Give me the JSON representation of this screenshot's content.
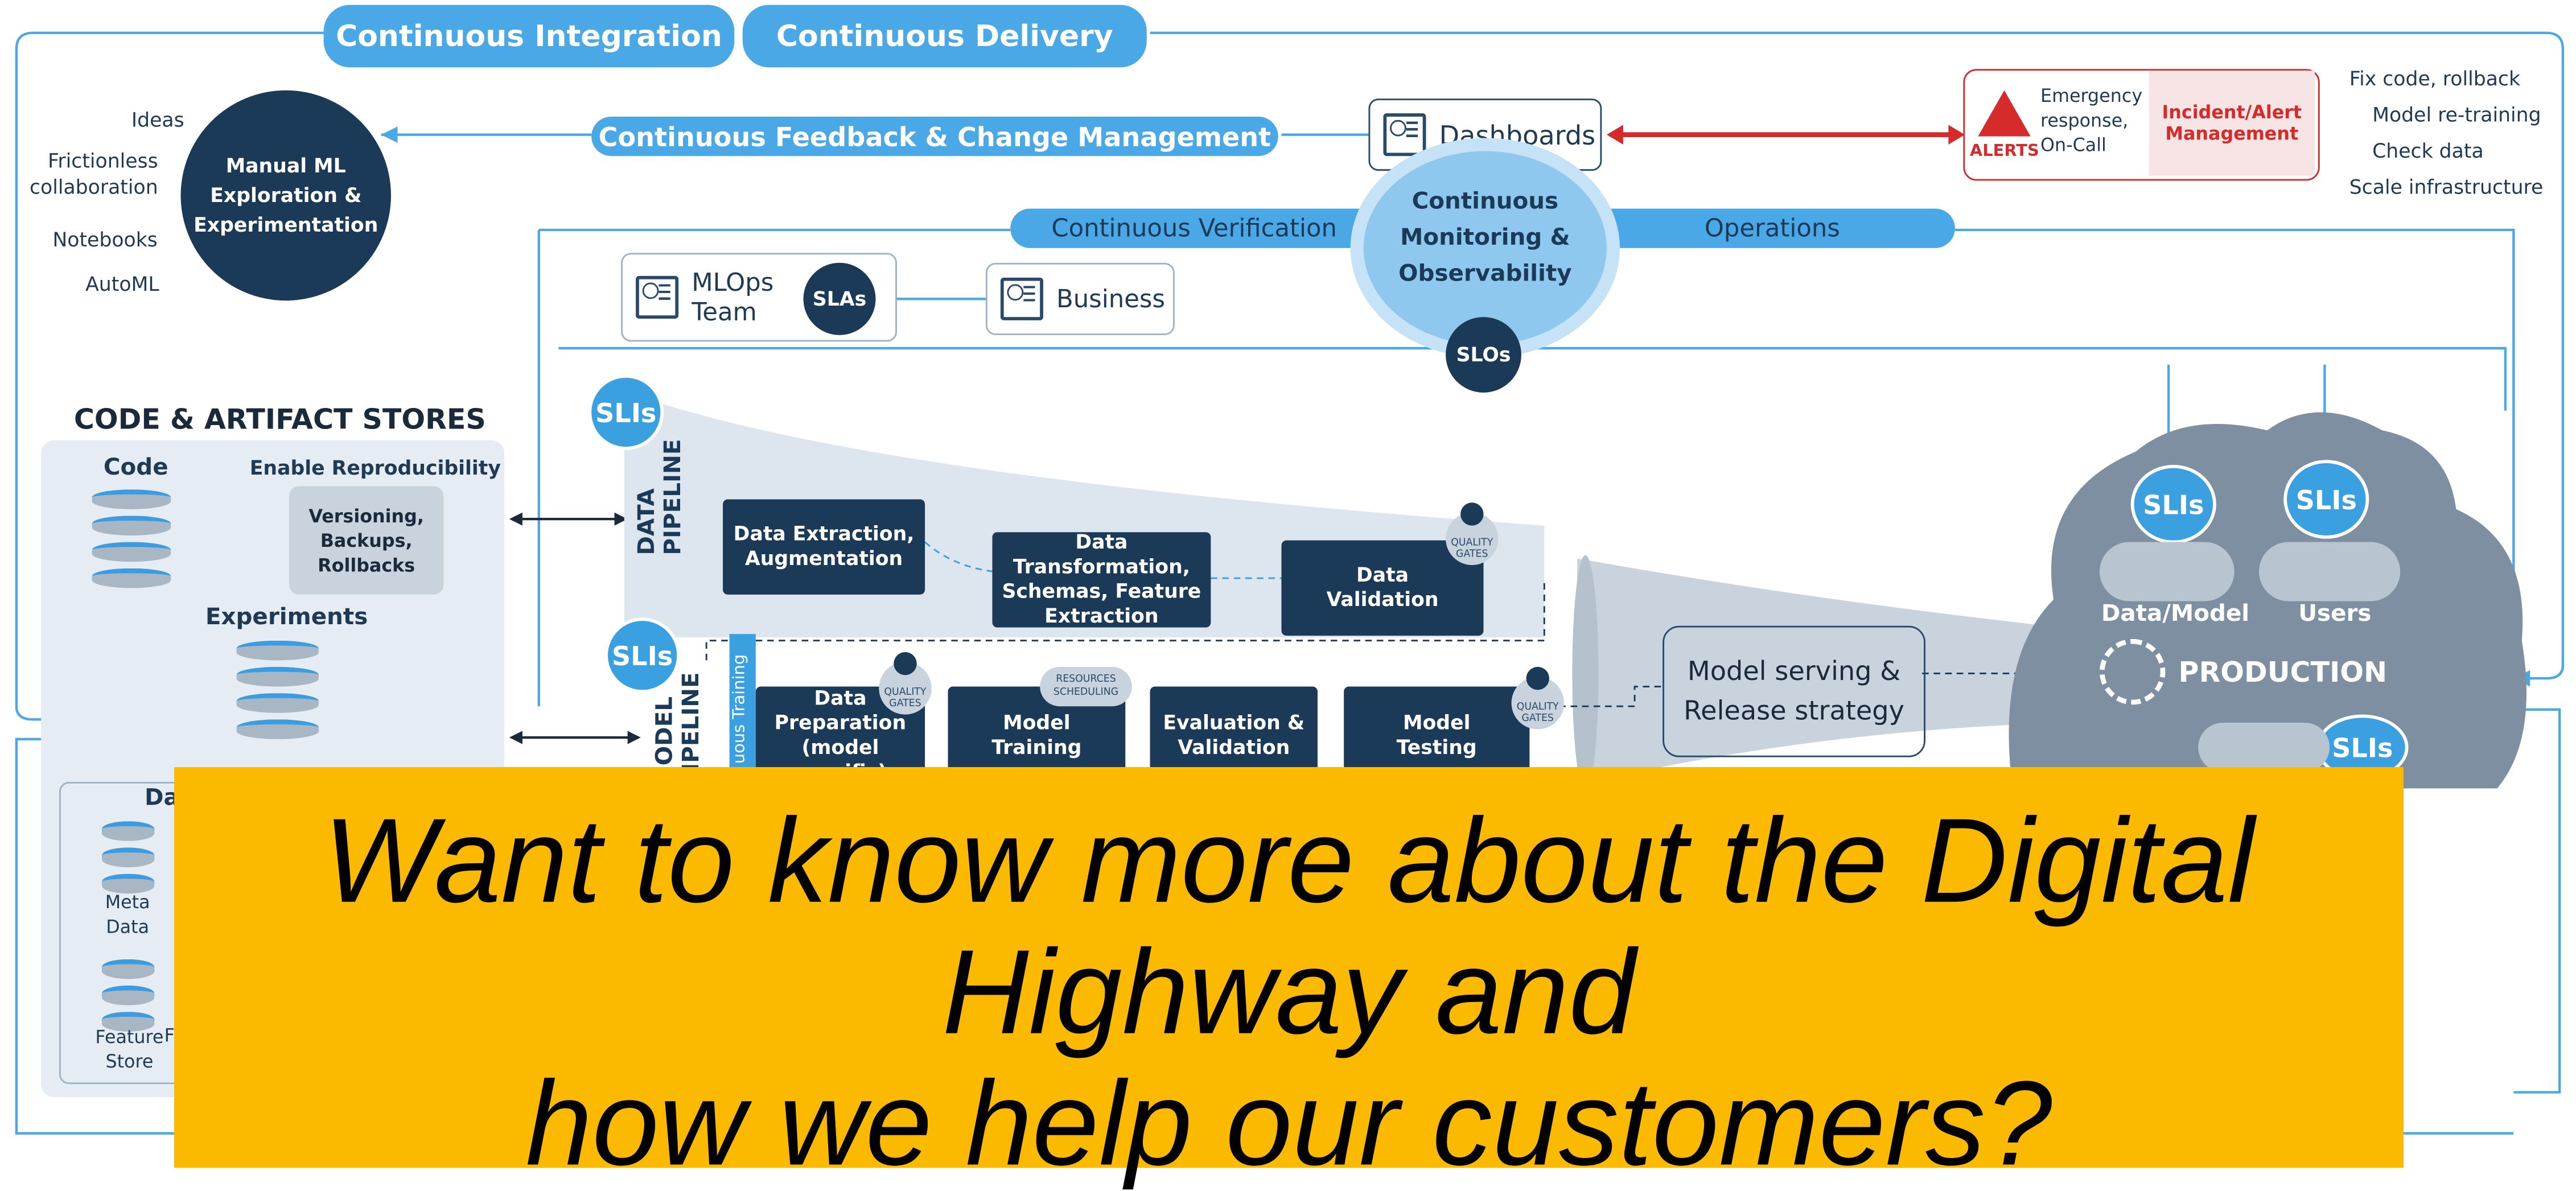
{
  "top_pills": {
    "ci": "Continuous Integration",
    "cd": "Continuous Delivery"
  },
  "feedback": "Continuous Feedback & Change Management",
  "dashboards": "Dashboards",
  "alerts": {
    "badge": "ALERTS",
    "emergency": [
      "Emergency",
      "response,",
      "On-Call"
    ],
    "incident": [
      "Incident/Alert",
      "Management"
    ],
    "actions": [
      "Fix code, rollback",
      "Model re-training",
      "Check data",
      "Scale infrastructure"
    ]
  },
  "exploration": {
    "title": [
      "Manual ML",
      "Exploration &",
      "Experimentation"
    ],
    "items": [
      "Ideas",
      "Frictionless",
      "collaboration",
      "Notebooks",
      "AutoML"
    ]
  },
  "monitoring": {
    "verification": "Continuous Verification",
    "operations": "Operations",
    "center": [
      "Continuous",
      "Monitoring &",
      "Observability"
    ],
    "slos": "SLOs"
  },
  "mlops_team": [
    "MLOps",
    "Team"
  ],
  "slas": "SLAs",
  "business": "Business",
  "stores": {
    "title": "CODE & ARTIFACT STORES",
    "code": "Code",
    "reproducibility": "Enable Reproducibility",
    "versioning": [
      "Versioning,",
      "Backups,",
      "Rollbacks"
    ],
    "experiments": "Experiments",
    "data_partial": "Da",
    "meta": [
      "Meta",
      "Data"
    ],
    "feature": [
      "Feature",
      "Store"
    ],
    "feature_partial": "F"
  },
  "sli": "SLIs",
  "data_pipeline": {
    "label": [
      "DATA",
      "PIPELINE"
    ],
    "extraction": [
      "Data Extraction,",
      "Augmentation"
    ],
    "transformation": [
      "Data Transformation,",
      "Schemas, Feature",
      "Extraction"
    ],
    "validation": [
      "Data",
      "Validation"
    ]
  },
  "quality_gates": [
    "QUALITY",
    "GATES"
  ],
  "resources": [
    "RESOURCES",
    "SCHEDULING"
  ],
  "model_pipeline": {
    "label": [
      "MODEL",
      "PIPELINE"
    ],
    "continuous_training": "uous Training",
    "preparation": [
      "Data",
      "Preparation",
      "(model specific)"
    ],
    "training": [
      "Model",
      "Training"
    ],
    "evaluation": [
      "Evaluation &",
      "Validation"
    ],
    "testing": [
      "Model",
      "Testing"
    ]
  },
  "serving": [
    "Model serving &",
    "Release strategy"
  ],
  "production": {
    "title": "PRODUCTION",
    "data_model": "Data/Model",
    "users": "Users"
  },
  "cta": [
    "Want to know more about the Digital",
    "Highway and",
    "how we help our customers?"
  ]
}
